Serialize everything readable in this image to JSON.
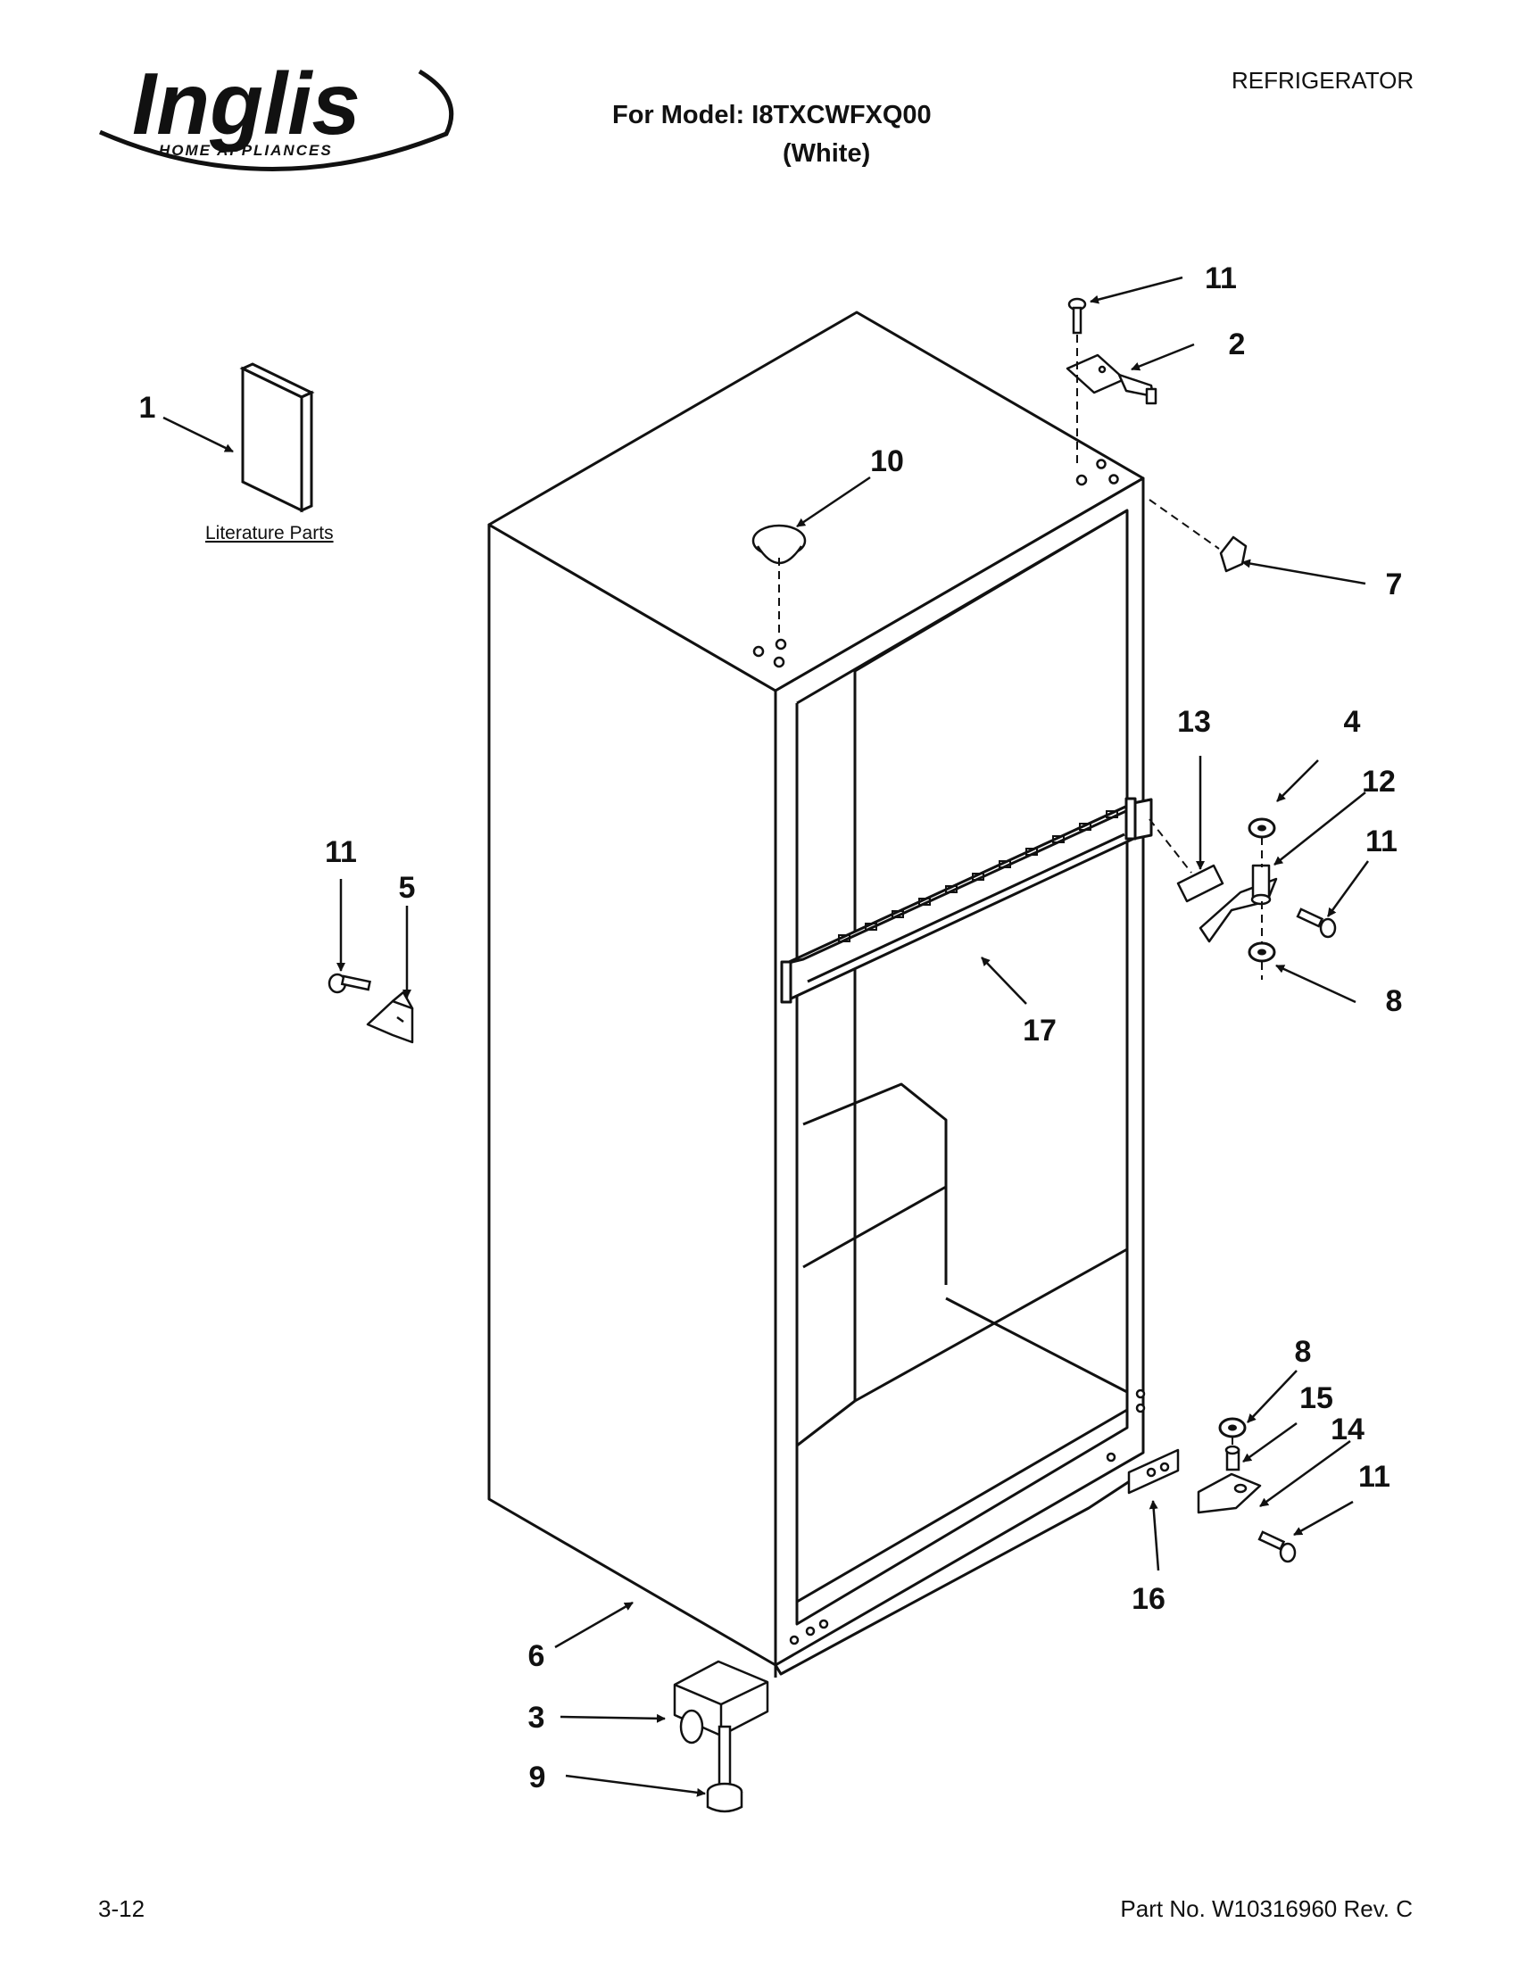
{
  "header": {
    "brand": "Inglis",
    "brand_sub": "HOME APPLIANCES",
    "category": "REFRIGERATOR",
    "model_line": "For Model: I8TXCWFXQ00",
    "color_line": "(White)"
  },
  "diagram": {
    "literature_caption": "Literature Parts",
    "callouts": [
      {
        "id": "c1",
        "label": "1"
      },
      {
        "id": "c11a",
        "label": "11"
      },
      {
        "id": "c2",
        "label": "2"
      },
      {
        "id": "c10",
        "label": "10"
      },
      {
        "id": "c7",
        "label": "7"
      },
      {
        "id": "c13",
        "label": "13"
      },
      {
        "id": "c4",
        "label": "4"
      },
      {
        "id": "c12",
        "label": "12"
      },
      {
        "id": "c11b",
        "label": "11"
      },
      {
        "id": "c8a",
        "label": "8"
      },
      {
        "id": "c11c",
        "label": "11"
      },
      {
        "id": "c5",
        "label": "5"
      },
      {
        "id": "c17",
        "label": "17"
      },
      {
        "id": "c8b",
        "label": "8"
      },
      {
        "id": "c15",
        "label": "15"
      },
      {
        "id": "c14",
        "label": "14"
      },
      {
        "id": "c11d",
        "label": "11"
      },
      {
        "id": "c16",
        "label": "16"
      },
      {
        "id": "c6",
        "label": "6"
      },
      {
        "id": "c3",
        "label": "3"
      },
      {
        "id": "c9",
        "label": "9"
      }
    ]
  },
  "footer": {
    "page_ref": "3-12",
    "part_number": "Part No. W10316960 Rev. C"
  }
}
